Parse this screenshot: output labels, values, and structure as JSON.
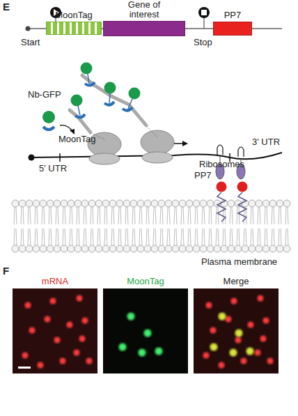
{
  "diagram": {
    "nodes": [
      {
        "text": [
          "MoonTag"
        ]
      },
      {
        "text": [
          "Gene of interest"
        ]
      },
      {
        "text": [
          "PP7"
        ]
      },
      {
        "text": [
          "mRNA"
        ]
      },
      {
        "text": [
          "MoonTag"
        ]
      },
      {
        "text": [
          "Merge"
        ]
      }
    ],
    "labels": [
      "E",
      "Start",
      "Stop",
      "Nb-GFP",
      "MoonTag",
      "Ribosomes",
      "5' UTR",
      "3' UTR",
      "PP7",
      "Plasma membrane",
      "F"
    ]
  }
}
